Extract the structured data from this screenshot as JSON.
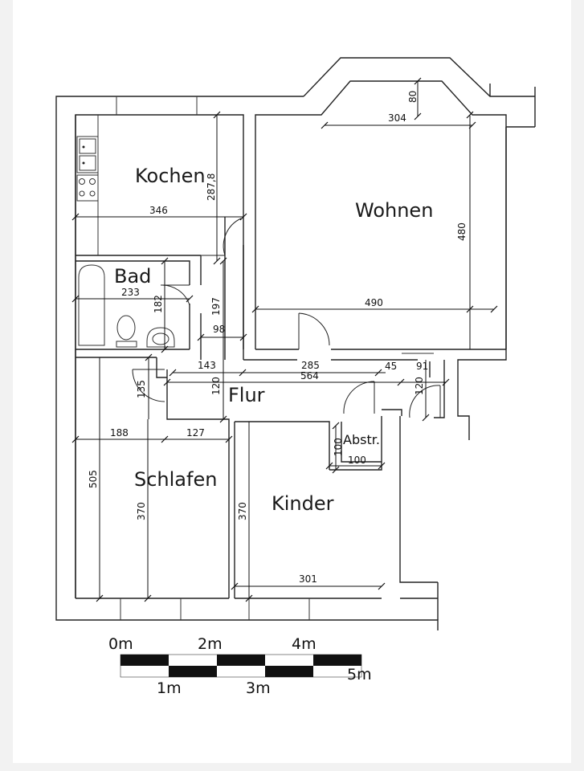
{
  "rooms": {
    "kochen": "Kochen",
    "wohnen": "Wohnen",
    "bad": "Bad",
    "flur": "Flur",
    "abstr": "Abstr.",
    "schlafen": "Schlafen",
    "kinder": "Kinder"
  },
  "dimensions": {
    "kochen_width": "346",
    "kochen_height": "287,8",
    "wohnen_bay_depth": "80",
    "wohnen_bay_width": "304",
    "wohnen_width": "490",
    "wohnen_height": "480",
    "bad_width": "233",
    "bad_height": "182",
    "hall_197": "197",
    "hall_98": "98",
    "flur_143": "143",
    "flur_285": "285",
    "flur_564": "564",
    "flur_45": "45",
    "flur_91": "91",
    "flur_120_left": "120",
    "flur_120_right": "120",
    "flur_135": "135",
    "abstr_height": "100",
    "abstr_width": "100",
    "schlafen_188": "188",
    "schlafen_127": "127",
    "schlafen_505": "505",
    "schlafen_370": "370",
    "kinder_370": "370",
    "kinder_301": "301"
  },
  "scale_bar": {
    "top_labels": [
      "0m",
      "2m",
      "4m"
    ],
    "bottom_labels": [
      "1m",
      "3m",
      "5m"
    ]
  }
}
